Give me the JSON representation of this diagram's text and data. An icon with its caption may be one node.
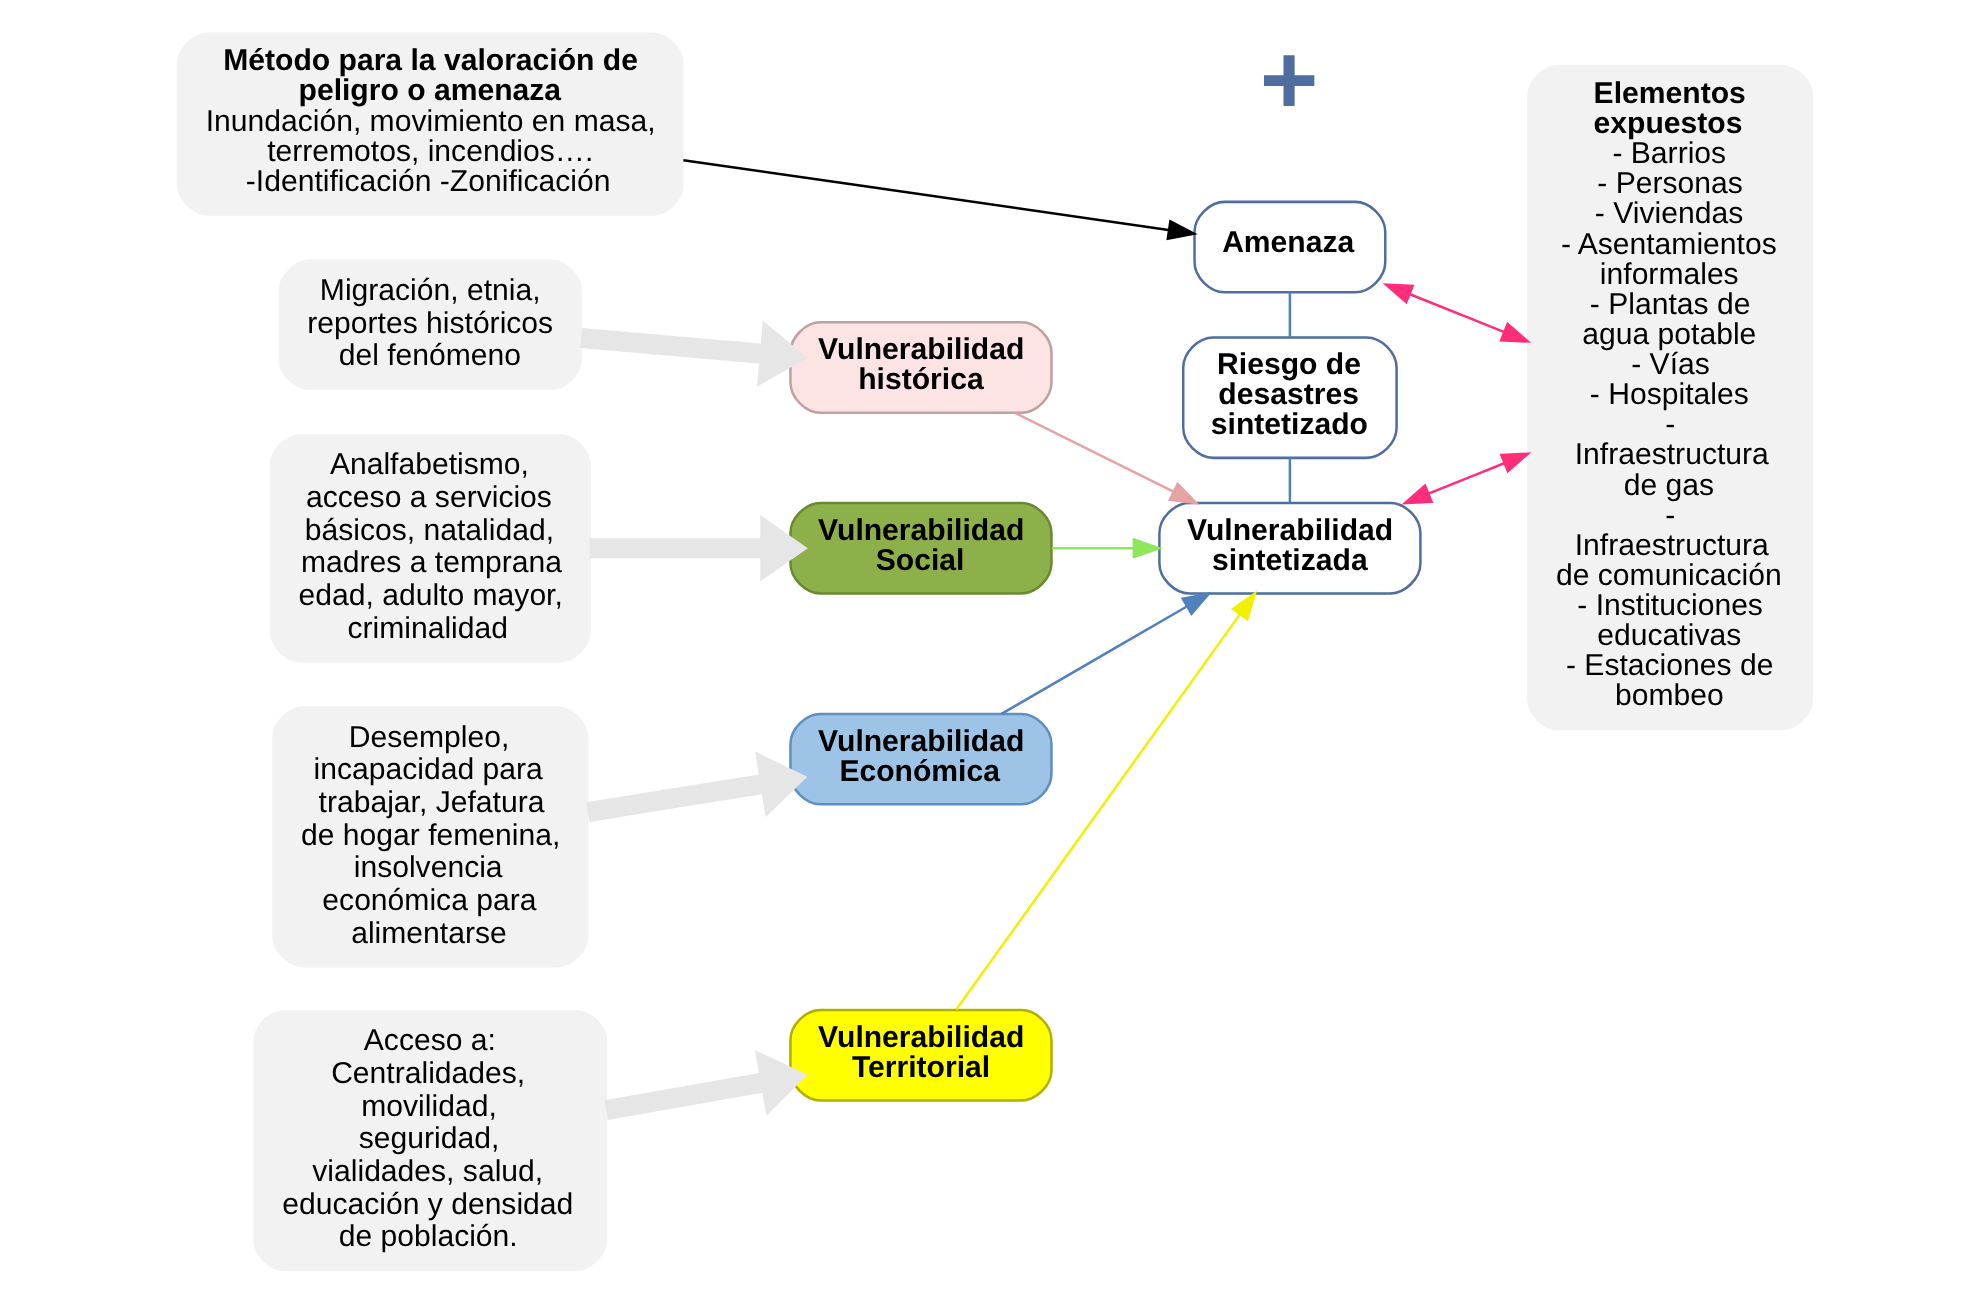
{
  "diagram": {
    "nodes": [
      {
        "text": [
          "Método para la valoración de peligro o amenaza",
          "Inundación, movimiento en masa, terremotos, incendios…. -Identificación -Zonificación"
        ]
      },
      {
        "text": [
          "Amenaza"
        ]
      },
      {
        "text": [
          "Elementos expuestos",
          "- Barrios",
          "- Personas",
          "- Viviendas",
          "- Asentamientos informales",
          "- Plantas de agua potable",
          "- Vías",
          "- Hospitales",
          "- Infraestructura de gas",
          "- Infraestructura de comunicación",
          "- Instituciones educativas",
          "- Estaciones de bombeo"
        ]
      },
      {
        "text": [
          "Migración, etnia, reportes históricos del fenómeno"
        ]
      },
      {
        "text": [
          "Vulnerabilidad histórica"
        ]
      },
      {
        "text": [
          "Riesgo de desastres sintetizado"
        ]
      },
      {
        "text": [
          "Analfabetismo, acceso a servicios básicos, natalidad, madres a temprana edad, adulto mayor, criminalidad"
        ]
      },
      {
        "text": [
          "Vulnerabilidad Social"
        ]
      },
      {
        "text": [
          "Vulnerabilidad sintetizada"
        ]
      },
      {
        "text": [
          "Desempleo, incapacidad para trabajar, Jefatura de hogar femenina, insolvencia económica para alimentarse"
        ]
      },
      {
        "text": [
          "Vulnerabilidad Económica"
        ]
      },
      {
        "text": [
          "Acceso a: Centralidades, movilidad, seguridad, vialidades, salud, educación y densidad de población."
        ]
      },
      {
        "text": [
          "Vulnerabilidad Territorial"
        ]
      }
    ],
    "edges": [
      {
        "from": 0,
        "to": 1,
        "arrow": "to",
        "color": "#000000"
      },
      {
        "from": 1,
        "to": 2,
        "arrow": "both",
        "color": "#ff2d7a"
      },
      {
        "from": 8,
        "to": 2,
        "arrow": "both",
        "color": "#ff2d7a"
      },
      {
        "from": 1,
        "to": 5,
        "arrow": "none",
        "color": "#4f81bd"
      },
      {
        "from": 5,
        "to": 8,
        "arrow": "none",
        "color": "#4f81bd"
      },
      {
        "from": 3,
        "to": 4,
        "arrow": "to",
        "style": "thick",
        "color": "#e6e6e6"
      },
      {
        "from": 6,
        "to": 7,
        "arrow": "to",
        "style": "thick",
        "color": "#e6e6e6"
      },
      {
        "from": 9,
        "to": 10,
        "arrow": "to",
        "style": "thick",
        "color": "#e6e6e6"
      },
      {
        "from": 11,
        "to": 12,
        "arrow": "to",
        "style": "thick",
        "color": "#e6e6e6"
      },
      {
        "from": 4,
        "to": 8,
        "arrow": "to",
        "color": "#e6a3a3"
      },
      {
        "from": 7,
        "to": 8,
        "arrow": "to",
        "color": "#8ee65a"
      },
      {
        "from": 10,
        "to": 8,
        "arrow": "to",
        "color": "#4f81bd"
      },
      {
        "from": 12,
        "to": 8,
        "arrow": "to",
        "color": "#f0f000"
      }
    ],
    "labels": [
      "+"
    ]
  }
}
